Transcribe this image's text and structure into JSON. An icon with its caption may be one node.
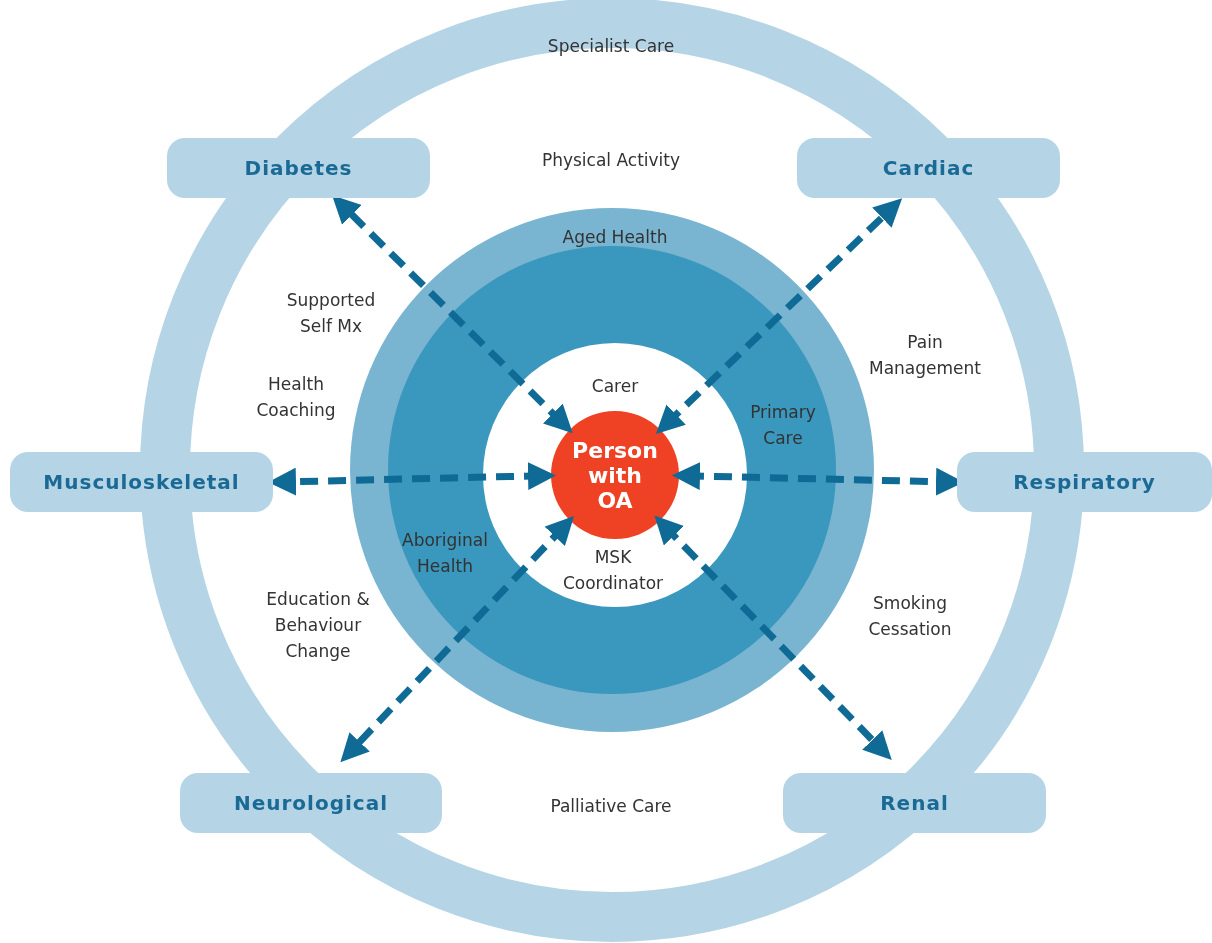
{
  "diagram": {
    "nodes": [
      {
        "text": [
          "Aged Health"
        ]
      },
      {
        "text": [
          "Primary Care",
          "Aboriginal Health"
        ],
        "in": 0
      },
      {
        "text": [
          "Carer",
          "MSK Coordinator"
        ],
        "in": 1
      },
      {
        "text": [
          "Person with OA"
        ],
        "in": 2
      },
      {
        "text": [
          "Diabetes"
        ]
      },
      {
        "text": [
          "Cardiac"
        ]
      },
      {
        "text": [
          "Musculoskeletal"
        ]
      },
      {
        "text": [
          "Respiratory"
        ]
      },
      {
        "text": [
          "Neurological"
        ]
      },
      {
        "text": [
          "Renal"
        ]
      }
    ],
    "edges": [
      {
        "from": 3,
        "to": 4,
        "arrow": "both",
        "style": "dashed"
      },
      {
        "from": 3,
        "to": 5,
        "arrow": "both",
        "style": "dashed"
      },
      {
        "from": 3,
        "to": 6,
        "arrow": "both",
        "style": "dashed"
      },
      {
        "from": 3,
        "to": 7,
        "arrow": "both",
        "style": "dashed"
      },
      {
        "from": 3,
        "to": 8,
        "arrow": "both",
        "style": "dashed"
      },
      {
        "from": 3,
        "to": 9,
        "arrow": "both",
        "style": "dashed"
      }
    ],
    "labels": [
      "Specialist Care",
      "Physical Activity",
      "Supported Self Mx",
      "Pain Management",
      "Health Coaching",
      "Education & Behaviour Change",
      "Smoking Cessation",
      "Palliative Care"
    ]
  }
}
